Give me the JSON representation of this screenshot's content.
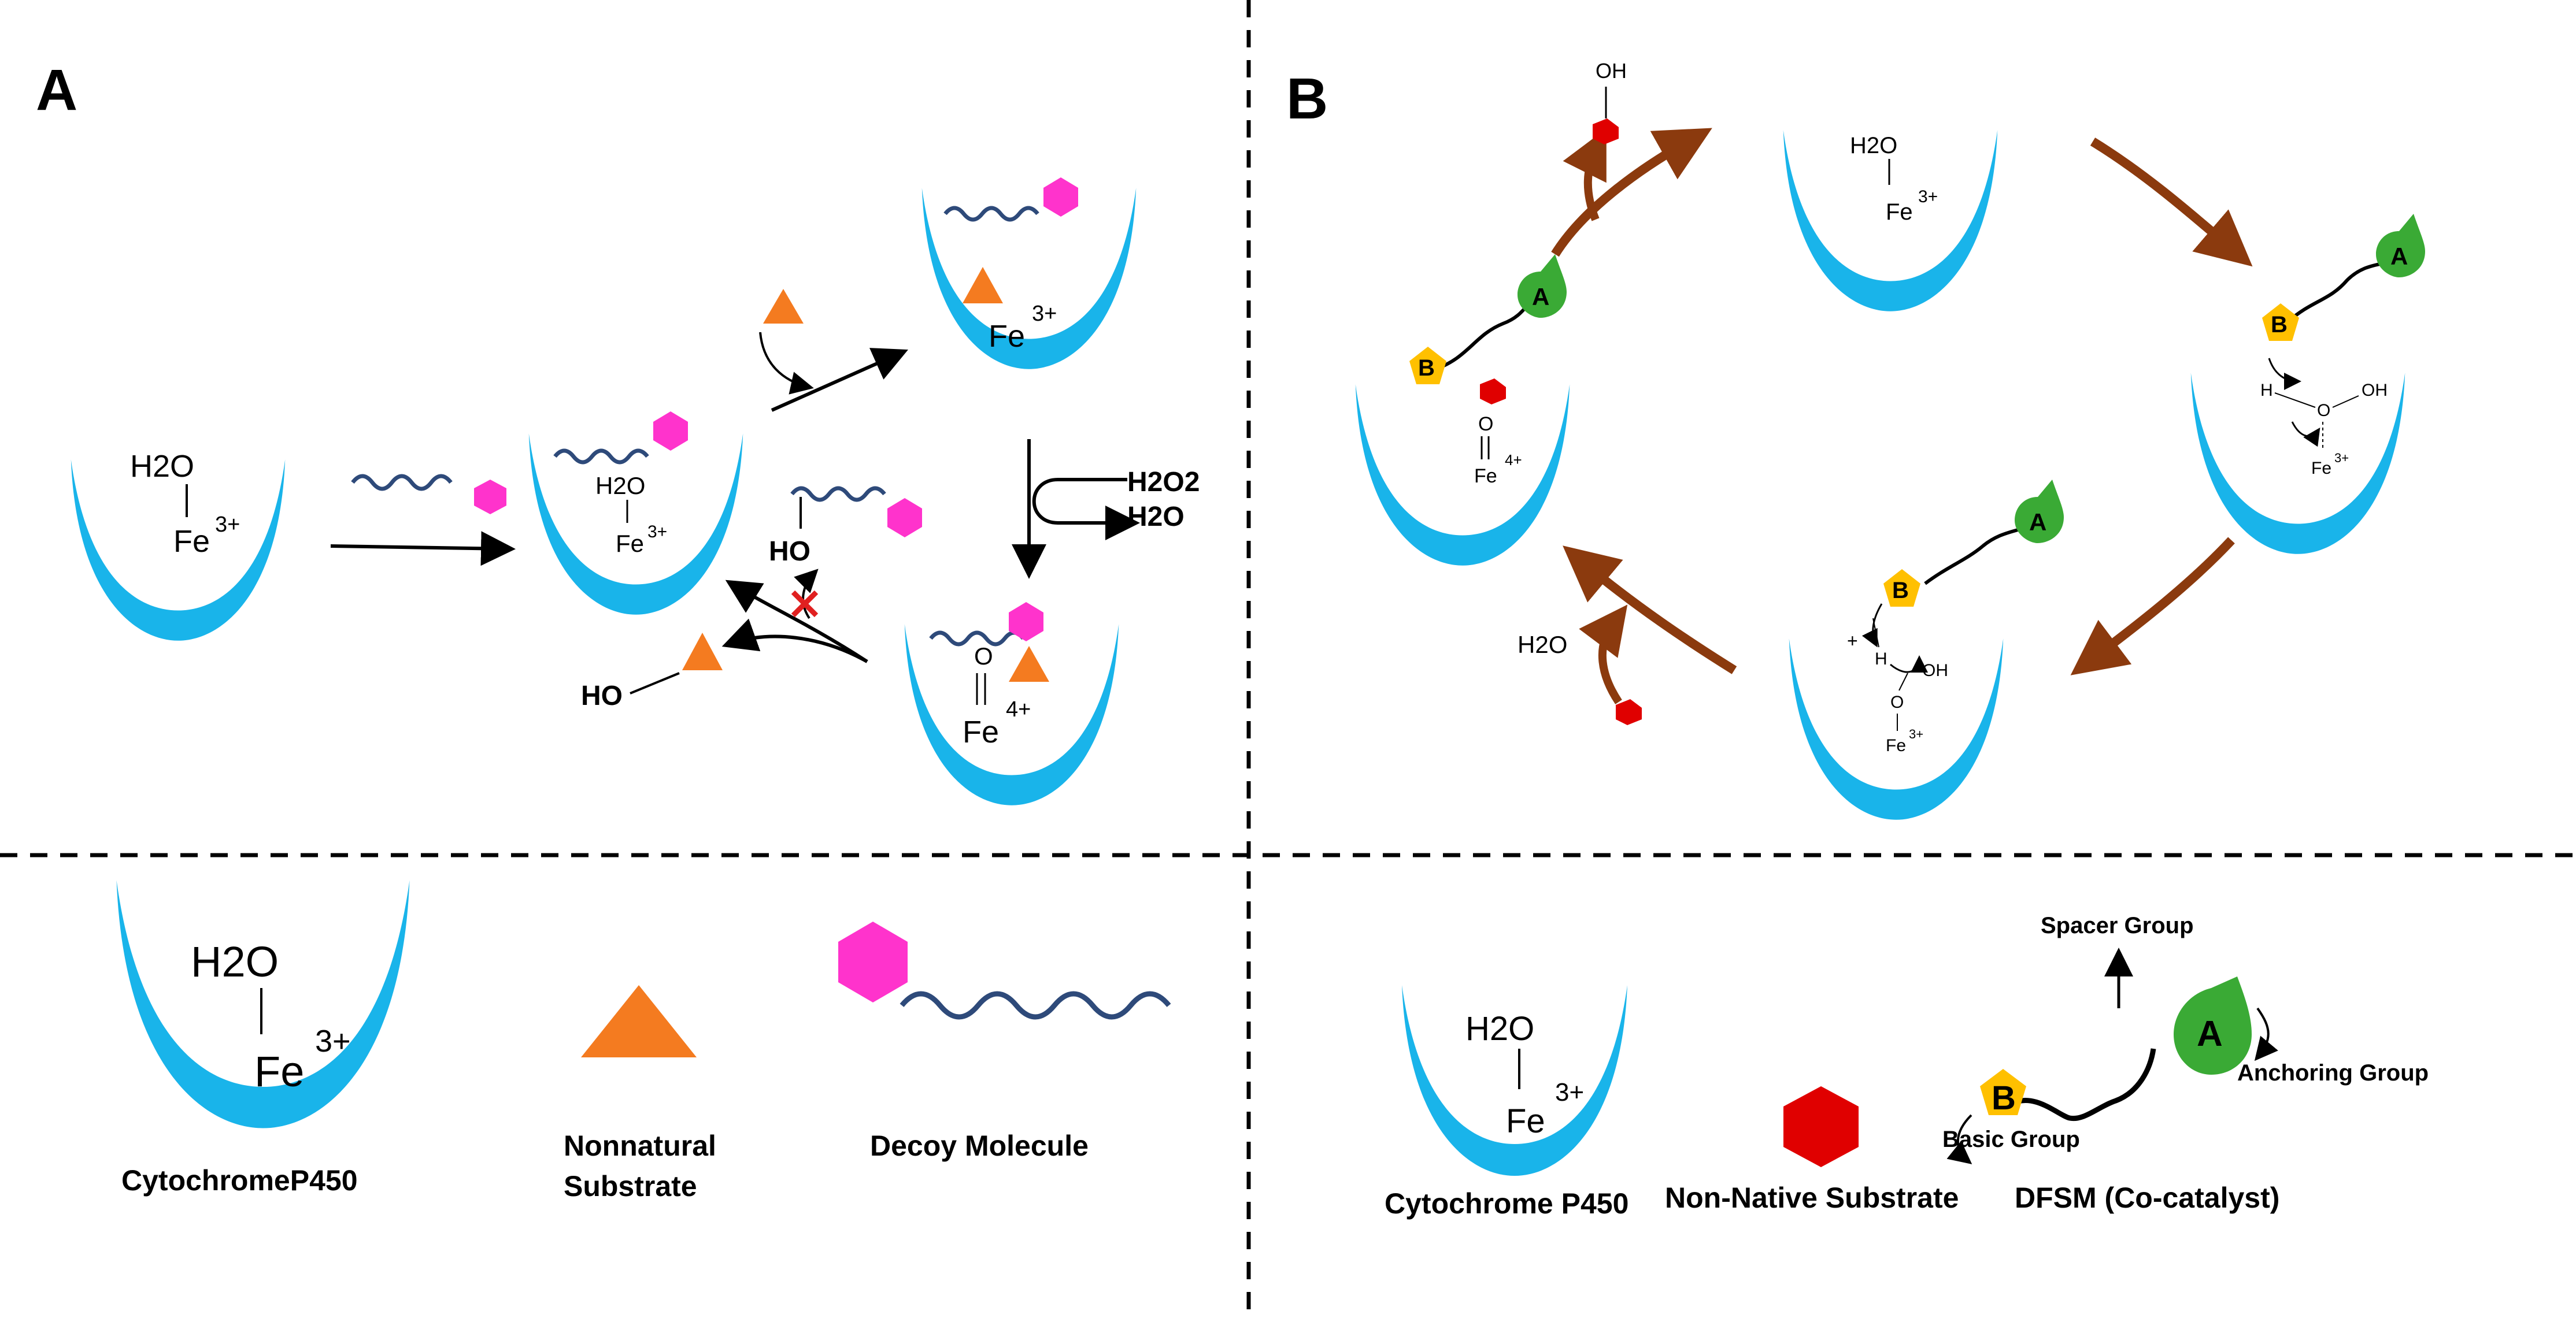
{
  "panels": {
    "a": {
      "letter": "A"
    },
    "b": {
      "letter": "B"
    }
  },
  "chem": {
    "h2o": "H2O",
    "fe": "Fe",
    "fe3": "3+",
    "fe4": "4+",
    "o": "O",
    "ho": "HO",
    "oh": "OH",
    "h": "H",
    "plus": "+",
    "h2o2": "H2O2",
    "water": "H2O"
  },
  "legend_a": {
    "cyp_label": "CytochromeP450",
    "substrate_label_line1": "Nonnatural",
    "substrate_label_line2": "Substrate",
    "decoy_label": "Decoy Molecule"
  },
  "legend_b": {
    "cyp_label": "Cytochrome P450",
    "substrate_label": "Non-Native Substrate",
    "dfsm_label": "DFSM (Co-catalyst)",
    "spacer_label": "Spacer Group",
    "anchoring_label": "Anchoring Group",
    "basic_label": "Basic Group",
    "group_a": "A",
    "group_b": "B"
  },
  "colors": {
    "enzyme": "#19b4ea",
    "decoy_hex": "#ff33cc",
    "decoy_chain": "#2e4a7a",
    "substrate_tri": "#f47b20",
    "nonnative": "#e00000",
    "basic_group": "#ffc000",
    "anchor_group": "#3aaa35",
    "cycle_arrow": "#8b3a0e",
    "inhibit_x": "#e02020"
  },
  "icons": [
    "cytochrome-p450-bowl",
    "decoy-molecule",
    "nonnatural-substrate",
    "non-native-substrate",
    "dfsm-molecule",
    "cycle-arrow",
    "inhibition-x-icon"
  ]
}
